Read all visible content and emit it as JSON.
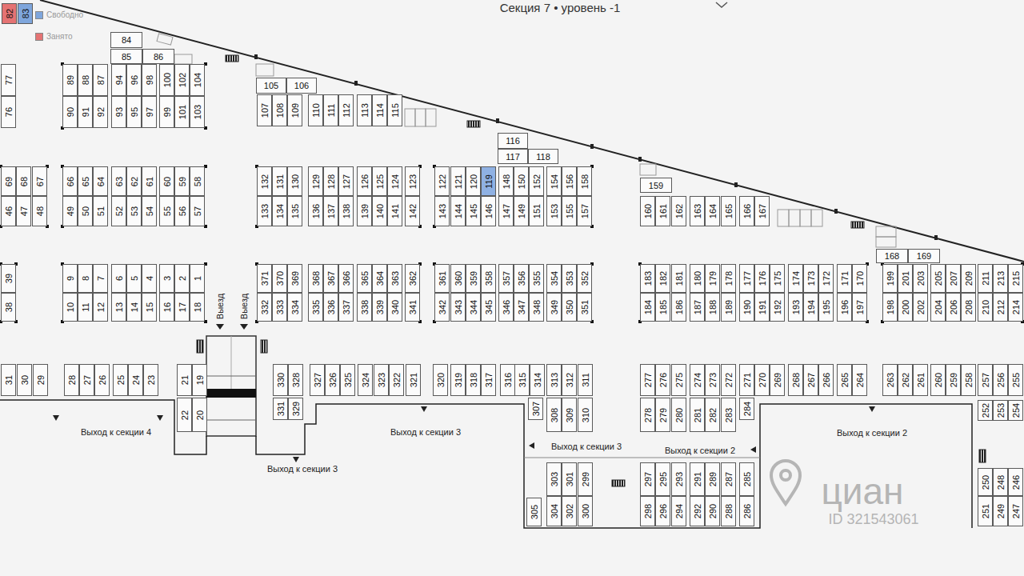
{
  "diagram": {
    "title": "Секция 7 • уровень -1",
    "nodes": [
      {
        "text": [
          "82"
        ]
      },
      {
        "text": [
          "83"
        ]
      },
      {
        "text": [
          "84"
        ]
      },
      {
        "text": [
          "85"
        ]
      },
      {
        "text": [
          "86"
        ]
      },
      {
        "text": [
          "105"
        ]
      },
      {
        "text": [
          "106"
        ]
      },
      {
        "text": [
          "77"
        ]
      },
      {
        "text": [
          "89"
        ]
      },
      {
        "text": [
          "88"
        ]
      },
      {
        "text": [
          "87"
        ]
      },
      {
        "text": [
          "94"
        ]
      },
      {
        "text": [
          "96"
        ]
      },
      {
        "text": [
          "98"
        ]
      },
      {
        "text": [
          "100"
        ]
      },
      {
        "text": [
          "102"
        ]
      },
      {
        "text": [
          "104"
        ]
      },
      {
        "text": [
          "76"
        ]
      },
      {
        "text": [
          "90"
        ]
      },
      {
        "text": [
          "91"
        ]
      },
      {
        "text": [
          "92"
        ]
      },
      {
        "text": [
          "93"
        ]
      },
      {
        "text": [
          "95"
        ]
      },
      {
        "text": [
          "97"
        ]
      },
      {
        "text": [
          "99"
        ]
      },
      {
        "text": [
          "101"
        ]
      },
      {
        "text": [
          "103"
        ]
      },
      {
        "text": [
          "107"
        ]
      },
      {
        "text": [
          "108"
        ]
      },
      {
        "text": [
          "109"
        ]
      },
      {
        "text": [
          "110"
        ]
      },
      {
        "text": [
          "111"
        ]
      },
      {
        "text": [
          "112"
        ]
      },
      {
        "text": [
          "113"
        ]
      },
      {
        "text": [
          "114"
        ]
      },
      {
        "text": [
          "115"
        ]
      },
      {
        "text": [
          "116"
        ]
      },
      {
        "text": [
          "117"
        ]
      },
      {
        "text": [
          "118"
        ]
      },
      {
        "text": [
          "69"
        ]
      },
      {
        "text": [
          "68"
        ]
      },
      {
        "text": [
          "67"
        ]
      },
      {
        "text": [
          "66"
        ]
      },
      {
        "text": [
          "65"
        ]
      },
      {
        "text": [
          "64"
        ]
      },
      {
        "text": [
          "63"
        ]
      },
      {
        "text": [
          "62"
        ]
      },
      {
        "text": [
          "61"
        ]
      },
      {
        "text": [
          "60"
        ]
      },
      {
        "text": [
          "59"
        ]
      },
      {
        "text": [
          "58"
        ]
      },
      {
        "text": [
          "132"
        ]
      },
      {
        "text": [
          "131"
        ]
      },
      {
        "text": [
          "130"
        ]
      },
      {
        "text": [
          "129"
        ]
      },
      {
        "text": [
          "128"
        ]
      },
      {
        "text": [
          "127"
        ]
      },
      {
        "text": [
          "126"
        ]
      },
      {
        "text": [
          "125"
        ]
      },
      {
        "text": [
          "124"
        ]
      },
      {
        "text": [
          "123"
        ]
      },
      {
        "text": [
          "122"
        ]
      },
      {
        "text": [
          "121"
        ]
      },
      {
        "text": [
          "120"
        ]
      },
      {
        "text": [
          "119"
        ]
      },
      {
        "text": [
          "148"
        ]
      },
      {
        "text": [
          "150"
        ]
      },
      {
        "text": [
          "152"
        ]
      },
      {
        "text": [
          "154"
        ]
      },
      {
        "text": [
          "156"
        ]
      },
      {
        "text": [
          "158"
        ]
      },
      {
        "text": [
          "159"
        ]
      },
      {
        "text": [
          "46"
        ]
      },
      {
        "text": [
          "47"
        ]
      },
      {
        "text": [
          "48"
        ]
      },
      {
        "text": [
          "49"
        ]
      },
      {
        "text": [
          "50"
        ]
      },
      {
        "text": [
          "51"
        ]
      },
      {
        "text": [
          "52"
        ]
      },
      {
        "text": [
          "53"
        ]
      },
      {
        "text": [
          "54"
        ]
      },
      {
        "text": [
          "55"
        ]
      },
      {
        "text": [
          "56"
        ]
      },
      {
        "text": [
          "57"
        ]
      },
      {
        "text": [
          "133"
        ]
      },
      {
        "text": [
          "134"
        ]
      },
      {
        "text": [
          "135"
        ]
      },
      {
        "text": [
          "136"
        ]
      },
      {
        "text": [
          "137"
        ]
      },
      {
        "text": [
          "138"
        ]
      },
      {
        "text": [
          "139"
        ]
      },
      {
        "text": [
          "140"
        ]
      },
      {
        "text": [
          "141"
        ]
      },
      {
        "text": [
          "142"
        ]
      },
      {
        "text": [
          "143"
        ]
      },
      {
        "text": [
          "144"
        ]
      },
      {
        "text": [
          "145"
        ]
      },
      {
        "text": [
          "146"
        ]
      },
      {
        "text": [
          "147"
        ]
      },
      {
        "text": [
          "149"
        ]
      },
      {
        "text": [
          "151"
        ]
      },
      {
        "text": [
          "153"
        ]
      },
      {
        "text": [
          "155"
        ]
      },
      {
        "text": [
          "157"
        ]
      },
      {
        "text": [
          "160"
        ]
      },
      {
        "text": [
          "161"
        ]
      },
      {
        "text": [
          "162"
        ]
      },
      {
        "text": [
          "163"
        ]
      },
      {
        "text": [
          "164"
        ]
      },
      {
        "text": [
          "165"
        ]
      },
      {
        "text": [
          "166"
        ]
      },
      {
        "text": [
          "167"
        ]
      },
      {
        "text": [
          "168"
        ]
      },
      {
        "text": [
          "169"
        ]
      },
      {
        "text": [
          "39"
        ]
      },
      {
        "text": [
          "9"
        ]
      },
      {
        "text": [
          "8"
        ]
      },
      {
        "text": [
          "7"
        ]
      },
      {
        "text": [
          "6"
        ]
      },
      {
        "text": [
          "5"
        ]
      },
      {
        "text": [
          "4"
        ]
      },
      {
        "text": [
          "3"
        ]
      },
      {
        "text": [
          "2"
        ]
      },
      {
        "text": [
          "1"
        ]
      },
      {
        "text": [
          "371"
        ]
      },
      {
        "text": [
          "370"
        ]
      },
      {
        "text": [
          "369"
        ]
      },
      {
        "text": [
          "368"
        ]
      },
      {
        "text": [
          "367"
        ]
      },
      {
        "text": [
          "366"
        ]
      },
      {
        "text": [
          "365"
        ]
      },
      {
        "text": [
          "364"
        ]
      },
      {
        "text": [
          "363"
        ]
      },
      {
        "text": [
          "362"
        ]
      },
      {
        "text": [
          "361"
        ]
      },
      {
        "text": [
          "360"
        ]
      },
      {
        "text": [
          "359"
        ]
      },
      {
        "text": [
          "358"
        ]
      },
      {
        "text": [
          "357"
        ]
      },
      {
        "text": [
          "356"
        ]
      },
      {
        "text": [
          "355"
        ]
      },
      {
        "text": [
          "354"
        ]
      },
      {
        "text": [
          "353"
        ]
      },
      {
        "text": [
          "352"
        ]
      },
      {
        "text": [
          "183"
        ]
      },
      {
        "text": [
          "182"
        ]
      },
      {
        "text": [
          "181"
        ]
      },
      {
        "text": [
          "180"
        ]
      },
      {
        "text": [
          "179"
        ]
      },
      {
        "text": [
          "178"
        ]
      },
      {
        "text": [
          "177"
        ]
      },
      {
        "text": [
          "176"
        ]
      },
      {
        "text": [
          "175"
        ]
      },
      {
        "text": [
          "174"
        ]
      },
      {
        "text": [
          "173"
        ]
      },
      {
        "text": [
          "172"
        ]
      },
      {
        "text": [
          "171"
        ]
      },
      {
        "text": [
          "170"
        ]
      },
      {
        "text": [
          "199"
        ]
      },
      {
        "text": [
          "201"
        ]
      },
      {
        "text": [
          "203"
        ]
      },
      {
        "text": [
          "205"
        ]
      },
      {
        "text": [
          "207"
        ]
      },
      {
        "text": [
          "209"
        ]
      },
      {
        "text": [
          "211"
        ]
      },
      {
        "text": [
          "213"
        ]
      },
      {
        "text": [
          "215"
        ]
      },
      {
        "text": [
          "38"
        ]
      },
      {
        "text": [
          "10"
        ]
      },
      {
        "text": [
          "11"
        ]
      },
      {
        "text": [
          "12"
        ]
      },
      {
        "text": [
          "13"
        ]
      },
      {
        "text": [
          "14"
        ]
      },
      {
        "text": [
          "15"
        ]
      },
      {
        "text": [
          "16"
        ]
      },
      {
        "text": [
          "17"
        ]
      },
      {
        "text": [
          "18"
        ]
      },
      {
        "text": [
          "332"
        ]
      },
      {
        "text": [
          "333"
        ]
      },
      {
        "text": [
          "334"
        ]
      },
      {
        "text": [
          "335"
        ]
      },
      {
        "text": [
          "336"
        ]
      },
      {
        "text": [
          "337"
        ]
      },
      {
        "text": [
          "338"
        ]
      },
      {
        "text": [
          "339"
        ]
      },
      {
        "text": [
          "340"
        ]
      },
      {
        "text": [
          "341"
        ]
      },
      {
        "text": [
          "342"
        ]
      },
      {
        "text": [
          "343"
        ]
      },
      {
        "text": [
          "344"
        ]
      },
      {
        "text": [
          "345"
        ]
      },
      {
        "text": [
          "346"
        ]
      },
      {
        "text": [
          "347"
        ]
      },
      {
        "text": [
          "348"
        ]
      },
      {
        "text": [
          "349"
        ]
      },
      {
        "text": [
          "350"
        ]
      },
      {
        "text": [
          "351"
        ]
      },
      {
        "text": [
          "184"
        ]
      },
      {
        "text": [
          "185"
        ]
      },
      {
        "text": [
          "186"
        ]
      },
      {
        "text": [
          "187"
        ]
      },
      {
        "text": [
          "188"
        ]
      },
      {
        "text": [
          "189"
        ]
      },
      {
        "text": [
          "190"
        ]
      },
      {
        "text": [
          "191"
        ]
      },
      {
        "text": [
          "192"
        ]
      },
      {
        "text": [
          "193"
        ]
      },
      {
        "text": [
          "194"
        ]
      },
      {
        "text": [
          "195"
        ]
      },
      {
        "text": [
          "196"
        ]
      },
      {
        "text": [
          "197"
        ]
      },
      {
        "text": [
          "198"
        ]
      },
      {
        "text": [
          "200"
        ]
      },
      {
        "text": [
          "202"
        ]
      },
      {
        "text": [
          "204"
        ]
      },
      {
        "text": [
          "206"
        ]
      },
      {
        "text": [
          "208"
        ]
      },
      {
        "text": [
          "210"
        ]
      },
      {
        "text": [
          "212"
        ]
      },
      {
        "text": [
          "214"
        ]
      },
      {
        "text": [
          "31"
        ]
      },
      {
        "text": [
          "30"
        ]
      },
      {
        "text": [
          "29"
        ]
      },
      {
        "text": [
          "28"
        ]
      },
      {
        "text": [
          "27"
        ]
      },
      {
        "text": [
          "26"
        ]
      },
      {
        "text": [
          "25"
        ]
      },
      {
        "text": [
          "24"
        ]
      },
      {
        "text": [
          "23"
        ]
      },
      {
        "text": [
          "21"
        ]
      },
      {
        "text": [
          "19"
        ]
      },
      {
        "text": [
          "330"
        ]
      },
      {
        "text": [
          "328"
        ]
      },
      {
        "text": [
          "327"
        ]
      },
      {
        "text": [
          "326"
        ]
      },
      {
        "text": [
          "325"
        ]
      },
      {
        "text": [
          "324"
        ]
      },
      {
        "text": [
          "323"
        ]
      },
      {
        "text": [
          "322"
        ]
      },
      {
        "text": [
          "321"
        ]
      },
      {
        "text": [
          "320"
        ]
      },
      {
        "text": [
          "319"
        ]
      },
      {
        "text": [
          "318"
        ]
      },
      {
        "text": [
          "317"
        ]
      },
      {
        "text": [
          "316"
        ]
      },
      {
        "text": [
          "315"
        ]
      },
      {
        "text": [
          "314"
        ]
      },
      {
        "text": [
          "313"
        ]
      },
      {
        "text": [
          "312"
        ]
      },
      {
        "text": [
          "311"
        ]
      },
      {
        "text": [
          "277"
        ]
      },
      {
        "text": [
          "276"
        ]
      },
      {
        "text": [
          "275"
        ]
      },
      {
        "text": [
          "274"
        ]
      },
      {
        "text": [
          "273"
        ]
      },
      {
        "text": [
          "272"
        ]
      },
      {
        "text": [
          "271"
        ]
      },
      {
        "text": [
          "270"
        ]
      },
      {
        "text": [
          "269"
        ]
      },
      {
        "text": [
          "268"
        ]
      },
      {
        "text": [
          "267"
        ]
      },
      {
        "text": [
          "266"
        ]
      },
      {
        "text": [
          "265"
        ]
      },
      {
        "text": [
          "264"
        ]
      },
      {
        "text": [
          "263"
        ]
      },
      {
        "text": [
          "262"
        ]
      },
      {
        "text": [
          "261"
        ]
      },
      {
        "text": [
          "260"
        ]
      },
      {
        "text": [
          "259"
        ]
      },
      {
        "text": [
          "258"
        ]
      },
      {
        "text": [
          "257"
        ]
      },
      {
        "text": [
          "256"
        ]
      },
      {
        "text": [
          "255"
        ]
      },
      {
        "text": [
          "22"
        ]
      },
      {
        "text": [
          "20"
        ]
      },
      {
        "text": [
          "331"
        ]
      },
      {
        "text": [
          "329"
        ]
      },
      {
        "text": [
          "307"
        ]
      },
      {
        "text": [
          "308"
        ]
      },
      {
        "text": [
          "309"
        ]
      },
      {
        "text": [
          "310"
        ]
      },
      {
        "text": [
          "278"
        ]
      },
      {
        "text": [
          "279"
        ]
      },
      {
        "text": [
          "280"
        ]
      },
      {
        "text": [
          "281"
        ]
      },
      {
        "text": [
          "282"
        ]
      },
      {
        "text": [
          "283"
        ]
      },
      {
        "text": [
          "284"
        ]
      },
      {
        "text": [
          "252"
        ]
      },
      {
        "text": [
          "253"
        ]
      },
      {
        "text": [
          "254"
        ]
      },
      {
        "text": [
          "303"
        ]
      },
      {
        "text": [
          "301"
        ]
      },
      {
        "text": [
          "299"
        ]
      },
      {
        "text": [
          "297"
        ]
      },
      {
        "text": [
          "295"
        ]
      },
      {
        "text": [
          "293"
        ]
      },
      {
        "text": [
          "291"
        ]
      },
      {
        "text": [
          "289"
        ]
      },
      {
        "text": [
          "287"
        ]
      },
      {
        "text": [
          "285"
        ]
      },
      {
        "text": [
          "250"
        ]
      },
      {
        "text": [
          "248"
        ]
      },
      {
        "text": [
          "246"
        ]
      },
      {
        "text": [
          "305"
        ]
      },
      {
        "text": [
          "304"
        ]
      },
      {
        "text": [
          "302"
        ]
      },
      {
        "text": [
          "300"
        ]
      },
      {
        "text": [
          "298"
        ]
      },
      {
        "text": [
          "296"
        ]
      },
      {
        "text": [
          "294"
        ]
      },
      {
        "text": [
          "292"
        ]
      },
      {
        "text": [
          "290"
        ]
      },
      {
        "text": [
          "288"
        ]
      },
      {
        "text": [
          "286"
        ]
      },
      {
        "text": [
          "251"
        ]
      },
      {
        "text": [
          "249"
        ]
      },
      {
        "text": [
          "247"
        ]
      }
    ],
    "labels": [
      "Выезд",
      "Выезд",
      "Выход к секции 4",
      "Выход к секции 3",
      "Выход к секции 3",
      "Выход к секции 3",
      "Выход к секции 2",
      "Выход к секции 2",
      "циан",
      "ID 321543061"
    ],
    "legend": [
      {
        "text": "Свободно",
        "color": "#7fa6dc"
      },
      {
        "text": "Занято",
        "color": "#e57373"
      }
    ]
  }
}
